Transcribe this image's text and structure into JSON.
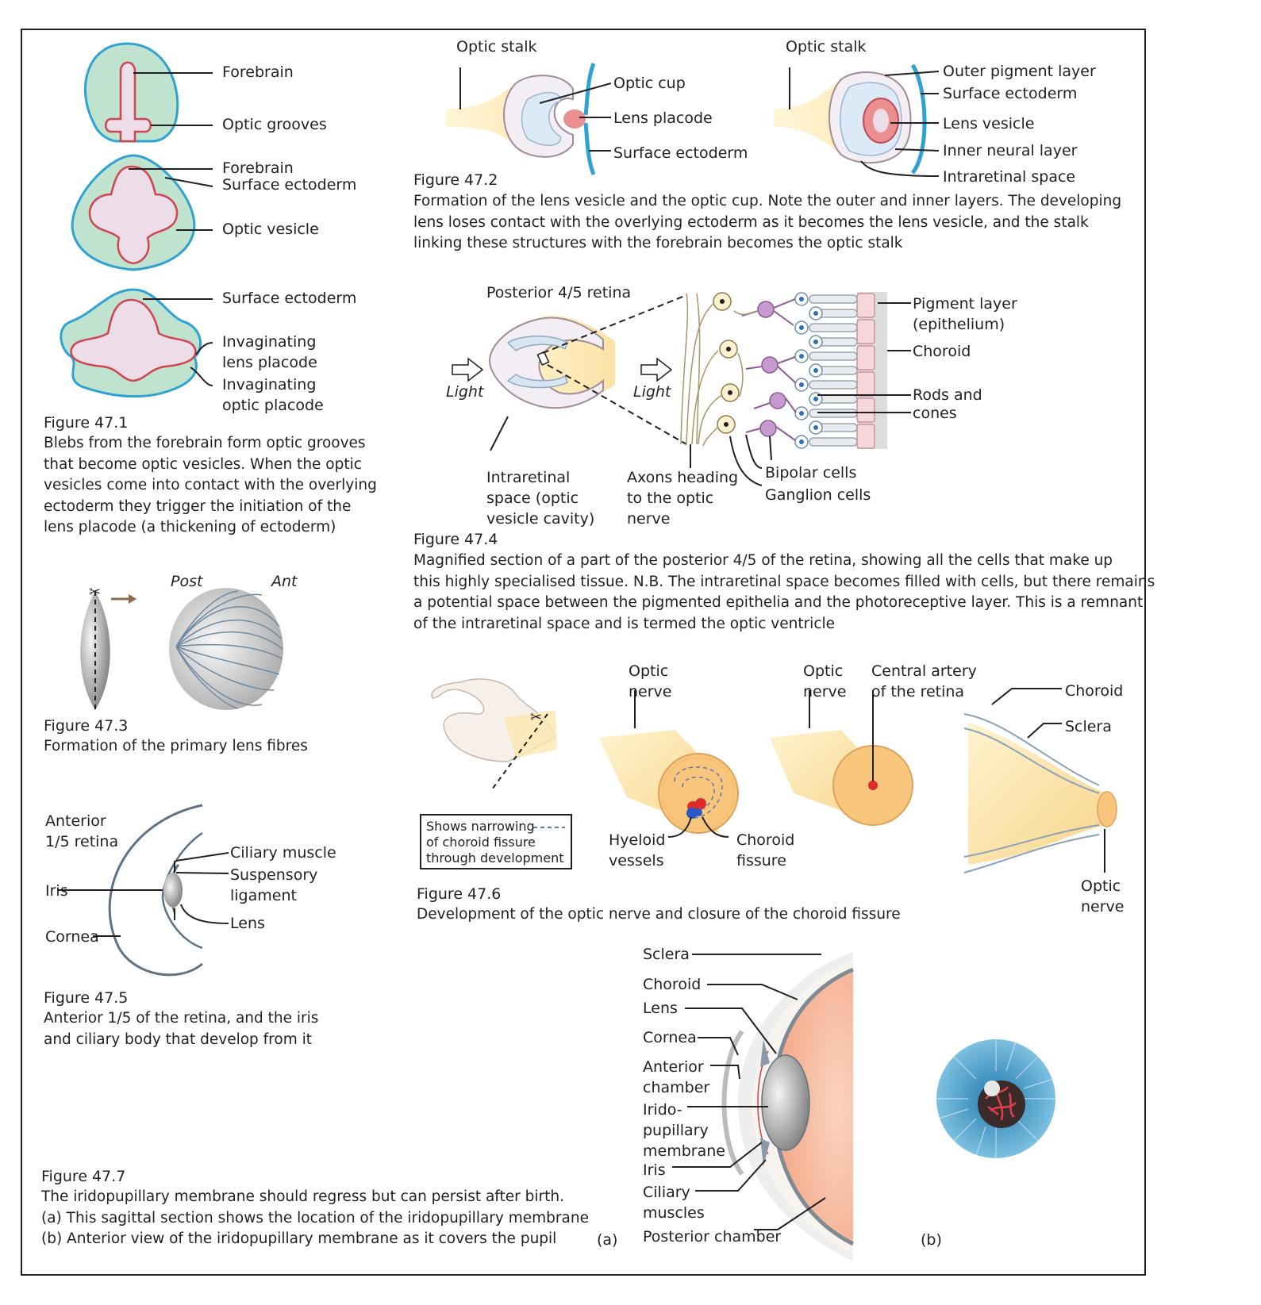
{
  "figures": {
    "f471": {
      "labels": {
        "forebrain_1": "Forebrain",
        "optic_grooves": "Optic grooves",
        "forebrain_2": "Forebrain",
        "surface_ectoderm_1": "Surface ectoderm",
        "optic_vesicle": "Optic vesicle",
        "surface_ectoderm_2": "Surface ectoderm",
        "invag_lens_1": "Invaginating",
        "invag_lens_2": "lens placode",
        "invag_optic_1": "Invaginating",
        "invag_optic_2": "optic placode"
      },
      "title": "Figure 47.1",
      "caption": [
        "Blebs from the forebrain form optic grooves",
        "that become optic vesicles. When the optic",
        "vesicles come into contact with the overlying",
        "ectoderm they trigger the initiation of the",
        "lens placode (a thickening of ectoderm)"
      ]
    },
    "f472": {
      "labels": {
        "optic_stalk_a": "Optic stalk",
        "optic_cup": "Optic cup",
        "lens_placode": "Lens placode",
        "surface_ectoderm_a": "Surface ectoderm",
        "optic_stalk_b": "Optic stalk",
        "outer_pigment": "Outer pigment layer",
        "surface_ectoderm_b": "Surface ectoderm",
        "lens_vesicle": "Lens vesicle",
        "inner_neural": "Inner neural layer",
        "intraretinal": "Intraretinal space"
      },
      "title": "Figure 47.2",
      "caption": [
        "Formation of the lens vesicle and the optic cup. Note the outer and inner layers. The developing",
        "lens loses contact with the overlying ectoderm as it becomes the lens vesicle, and the stalk",
        "linking these structures with the forebrain becomes the optic stalk"
      ]
    },
    "f473": {
      "labels": {
        "post": "Post",
        "ant": "Ant"
      },
      "title": "Figure 47.3",
      "caption": [
        "Formation of the primary lens fibres"
      ]
    },
    "f474": {
      "labels": {
        "posterior": "Posterior 4/5 retina",
        "light_1": "Light",
        "light_2": "Light",
        "pigment_1": "Pigment layer",
        "pigment_2": "(epithelium)",
        "choroid": "Choroid",
        "rods_1": "Rods and",
        "rods_2": "cones",
        "bipolar": "Bipolar cells",
        "ganglion": "Ganglion cells",
        "intra_1": "Intraretinal",
        "intra_2": "space (optic",
        "intra_3": "vesicle cavity)",
        "axons_1": "Axons heading",
        "axons_2": "to the optic",
        "axons_3": "nerve"
      },
      "title": "Figure 47.4",
      "caption": [
        "Magnified section of a part of the posterior 4/5 of the retina, showing all the cells that make up",
        "this highly specialised tissue. N.B. The intraretinal space becomes filled with cells, but there remains",
        "a potential space between the pigmented epithelia and the photoreceptive layer. This is a remnant",
        "of the intraretinal space and is termed the optic ventricle"
      ]
    },
    "f475": {
      "labels": {
        "anterior_1": "Anterior",
        "anterior_2": "1/5 retina",
        "ciliary": "Ciliary muscle",
        "susp_1": "Suspensory",
        "susp_2": "ligament",
        "iris": "Iris",
        "lens": "Lens",
        "cornea": "Cornea"
      },
      "title": "Figure 47.5",
      "caption": [
        "Anterior 1/5 of the retina, and the iris",
        "and ciliary body that develop from it"
      ]
    },
    "f476": {
      "labels": {
        "optic_nerve_a1": "Optic",
        "optic_nerve_a2": "nerve",
        "optic_nerve_b1": "Optic",
        "optic_nerve_b2": "nerve",
        "central_1": "Central artery",
        "central_2": "of the retina",
        "choroid": "Choroid",
        "sclera": "Sclera",
        "hyeloid_1": "Hyeloid",
        "hyeloid_2": "vessels",
        "chfissure_1": "Choroid",
        "chfissure_2": "fissure",
        "optic_nerve_c1": "Optic",
        "optic_nerve_c2": "nerve",
        "legend_1": "Shows narrowing",
        "legend_2": "of choroid fissure",
        "legend_3": "through development"
      },
      "title": "Figure 47.6",
      "caption": [
        "Development of the optic nerve and closure of the choroid fissure"
      ]
    },
    "f477": {
      "labels": {
        "sclera": "Sclera",
        "choroid": "Choroid",
        "lens": "Lens",
        "cornea": "Cornea",
        "ant_1": "Anterior",
        "ant_2": "chamber",
        "irido_1": "Irido-",
        "irido_2": "pupillary",
        "irido_3": "membrane",
        "iris": "Iris",
        "ciliary_1": "Ciliary",
        "ciliary_2": "muscles",
        "posterior": "Posterior chamber",
        "a": "(a)",
        "b": "(b)"
      },
      "title": "Figure 47.7",
      "caption": [
        "The iridopupillary membrane should regress but can persist after birth.",
        "(a) This sagittal section shows the location of the iridopupillary membrane",
        "(b) Anterior view of the iridopupillary membrane as it covers the pupil"
      ]
    }
  },
  "colors": {
    "mesenchyme_green": "#bfe3cf",
    "neural_pink": "#f2b8be",
    "neural_line": "#d0434f",
    "ectoderm_blue": "#2ea3d3",
    "nerve_yellow": "#fbe7b0",
    "nerve_orange": "#f8c57c",
    "eye_peach": "#f7b79a",
    "iris_blue": "#5aa9cf"
  }
}
